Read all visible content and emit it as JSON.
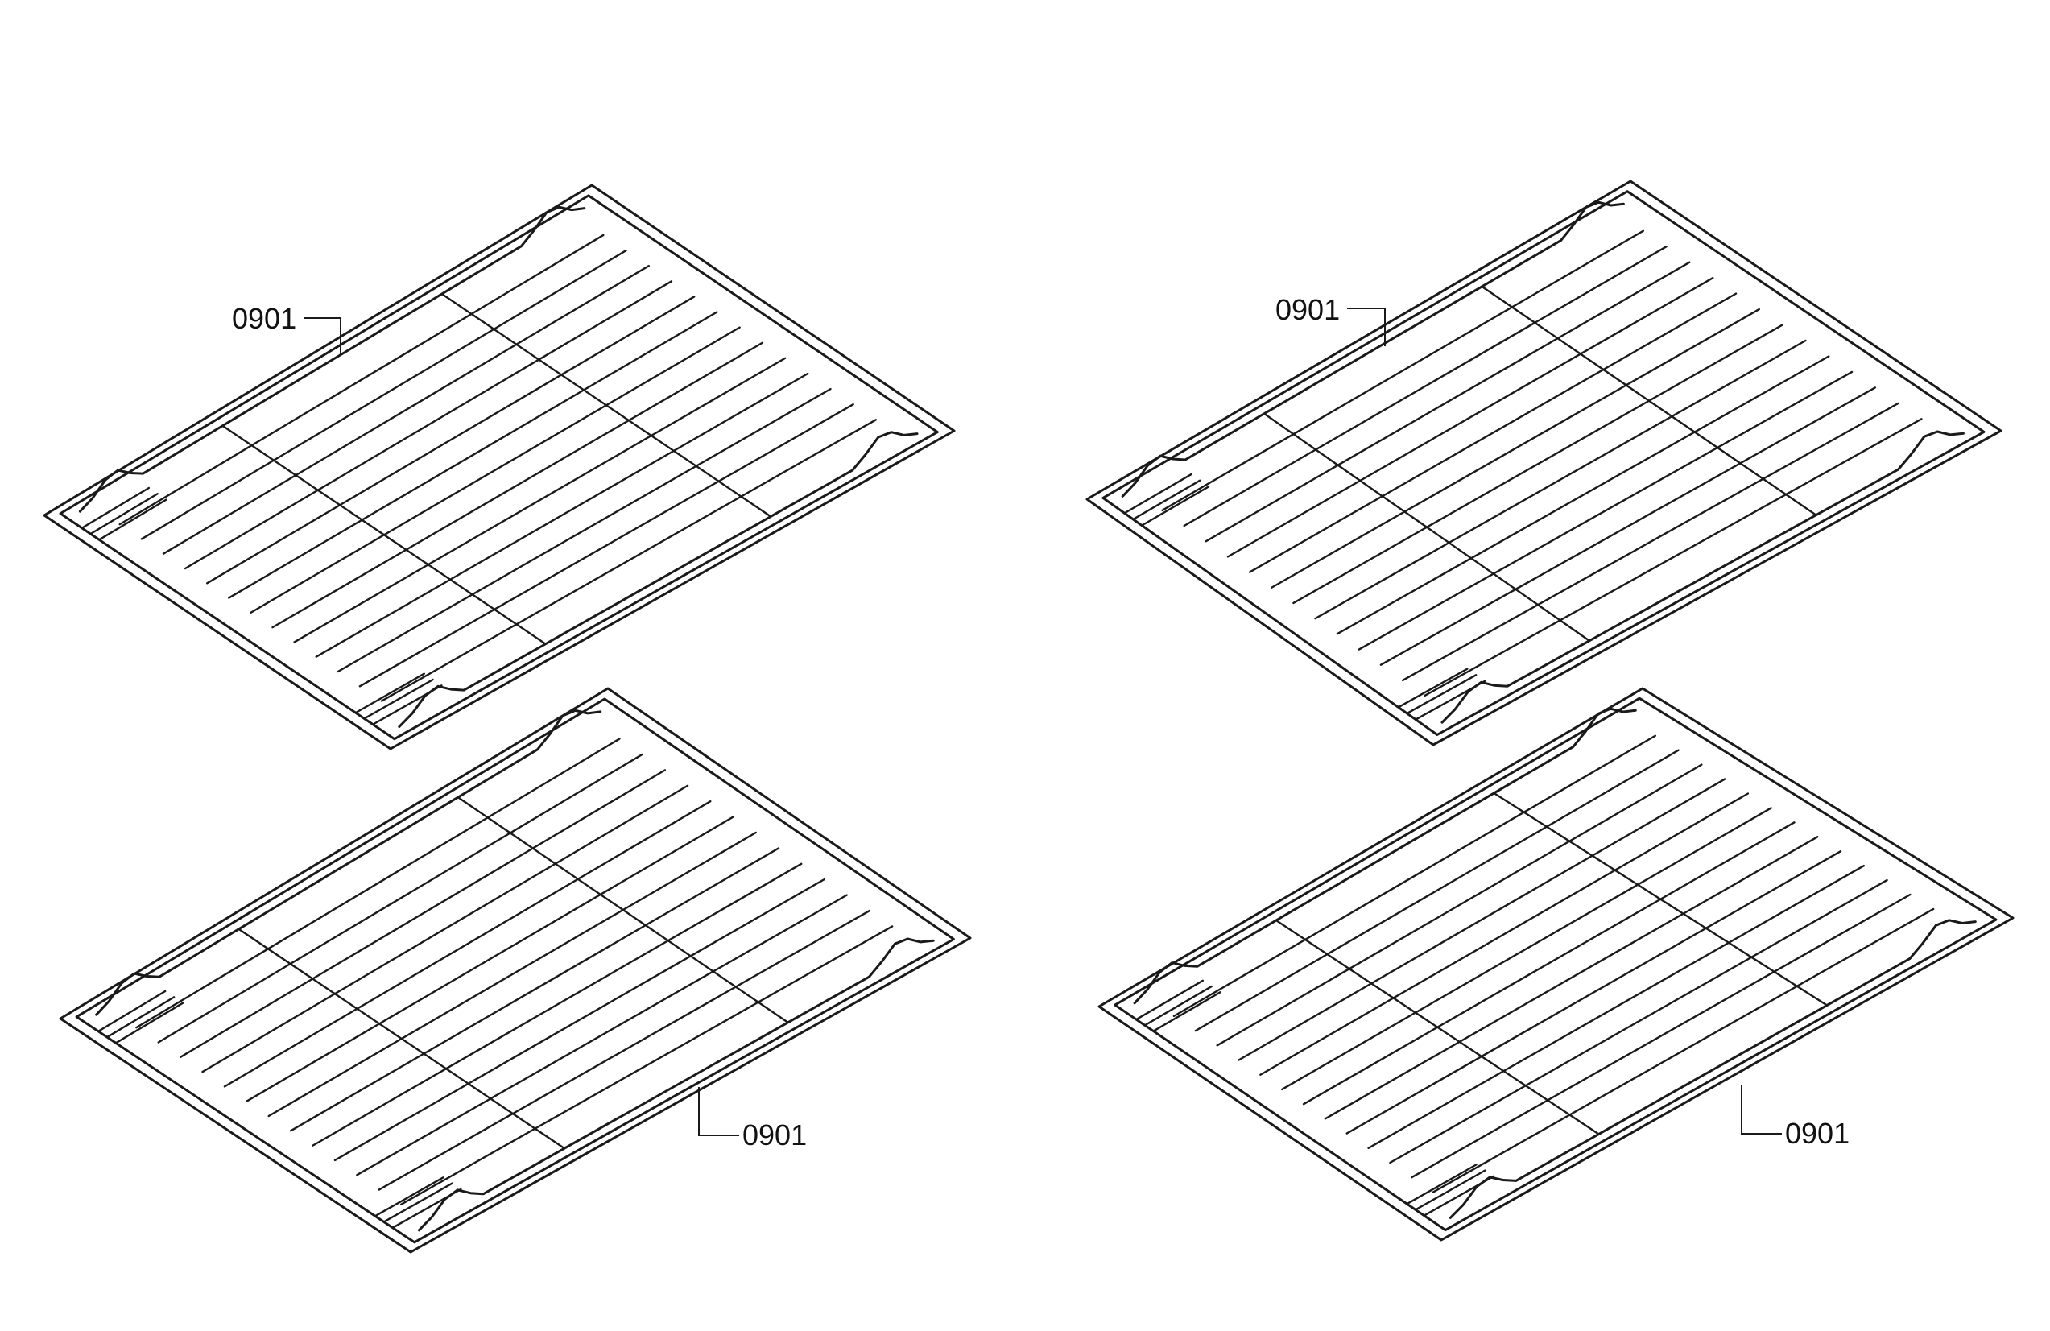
{
  "diagram": {
    "parts": [
      {
        "id": "rack-top-left",
        "callout": "0901"
      },
      {
        "id": "rack-top-right",
        "callout": "0901"
      },
      {
        "id": "rack-bottom-left",
        "callout": "0901"
      },
      {
        "id": "rack-bottom-right",
        "callout": "0901"
      }
    ]
  }
}
